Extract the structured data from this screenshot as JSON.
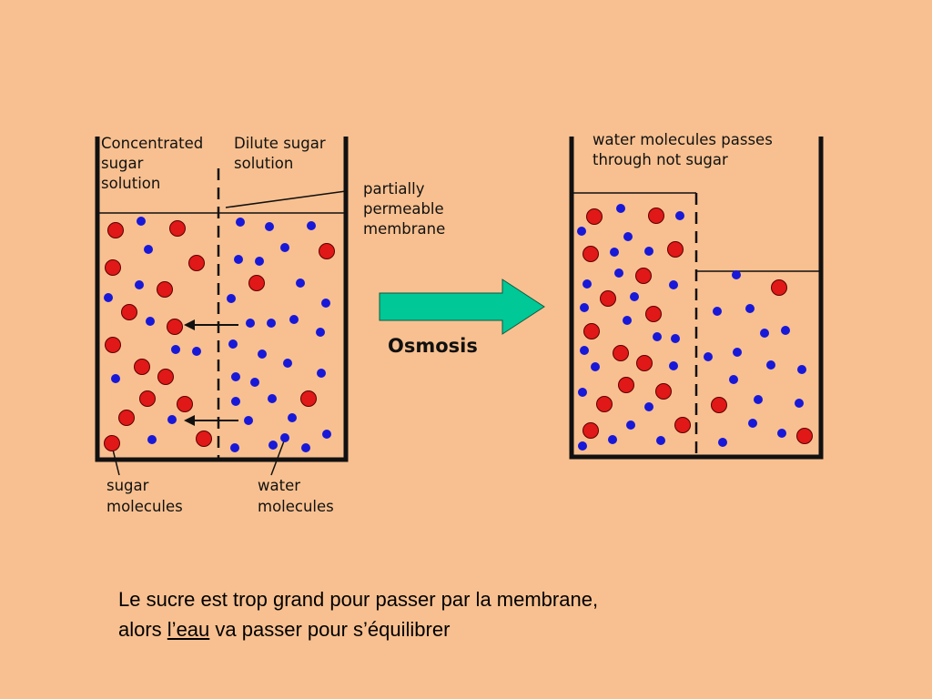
{
  "labels": {
    "concentrated": [
      "Concentrated",
      "sugar",
      "solution"
    ],
    "dilute": [
      "Dilute sugar",
      "solution"
    ],
    "membrane": [
      "partially",
      "permeable",
      "membrane"
    ],
    "sugar_molecules": [
      "sugar",
      "molecules"
    ],
    "water_molecules": [
      "water",
      "molecules"
    ],
    "osmosis": "Osmosis",
    "after": [
      "water molecules passes",
      "through not sugar"
    ]
  },
  "caption": {
    "line1": "Le sucre est trop grand pour passer par la membrane,",
    "line2_before": "alors ",
    "line2_underlined": "l’eau",
    "line2_after": " va passer pour s’équilibrer"
  },
  "colors": {
    "background": "#f8c090",
    "sugar": "#e01818",
    "water": "#1818d8",
    "arrow": "#00c896",
    "outline": "#111111"
  }
}
